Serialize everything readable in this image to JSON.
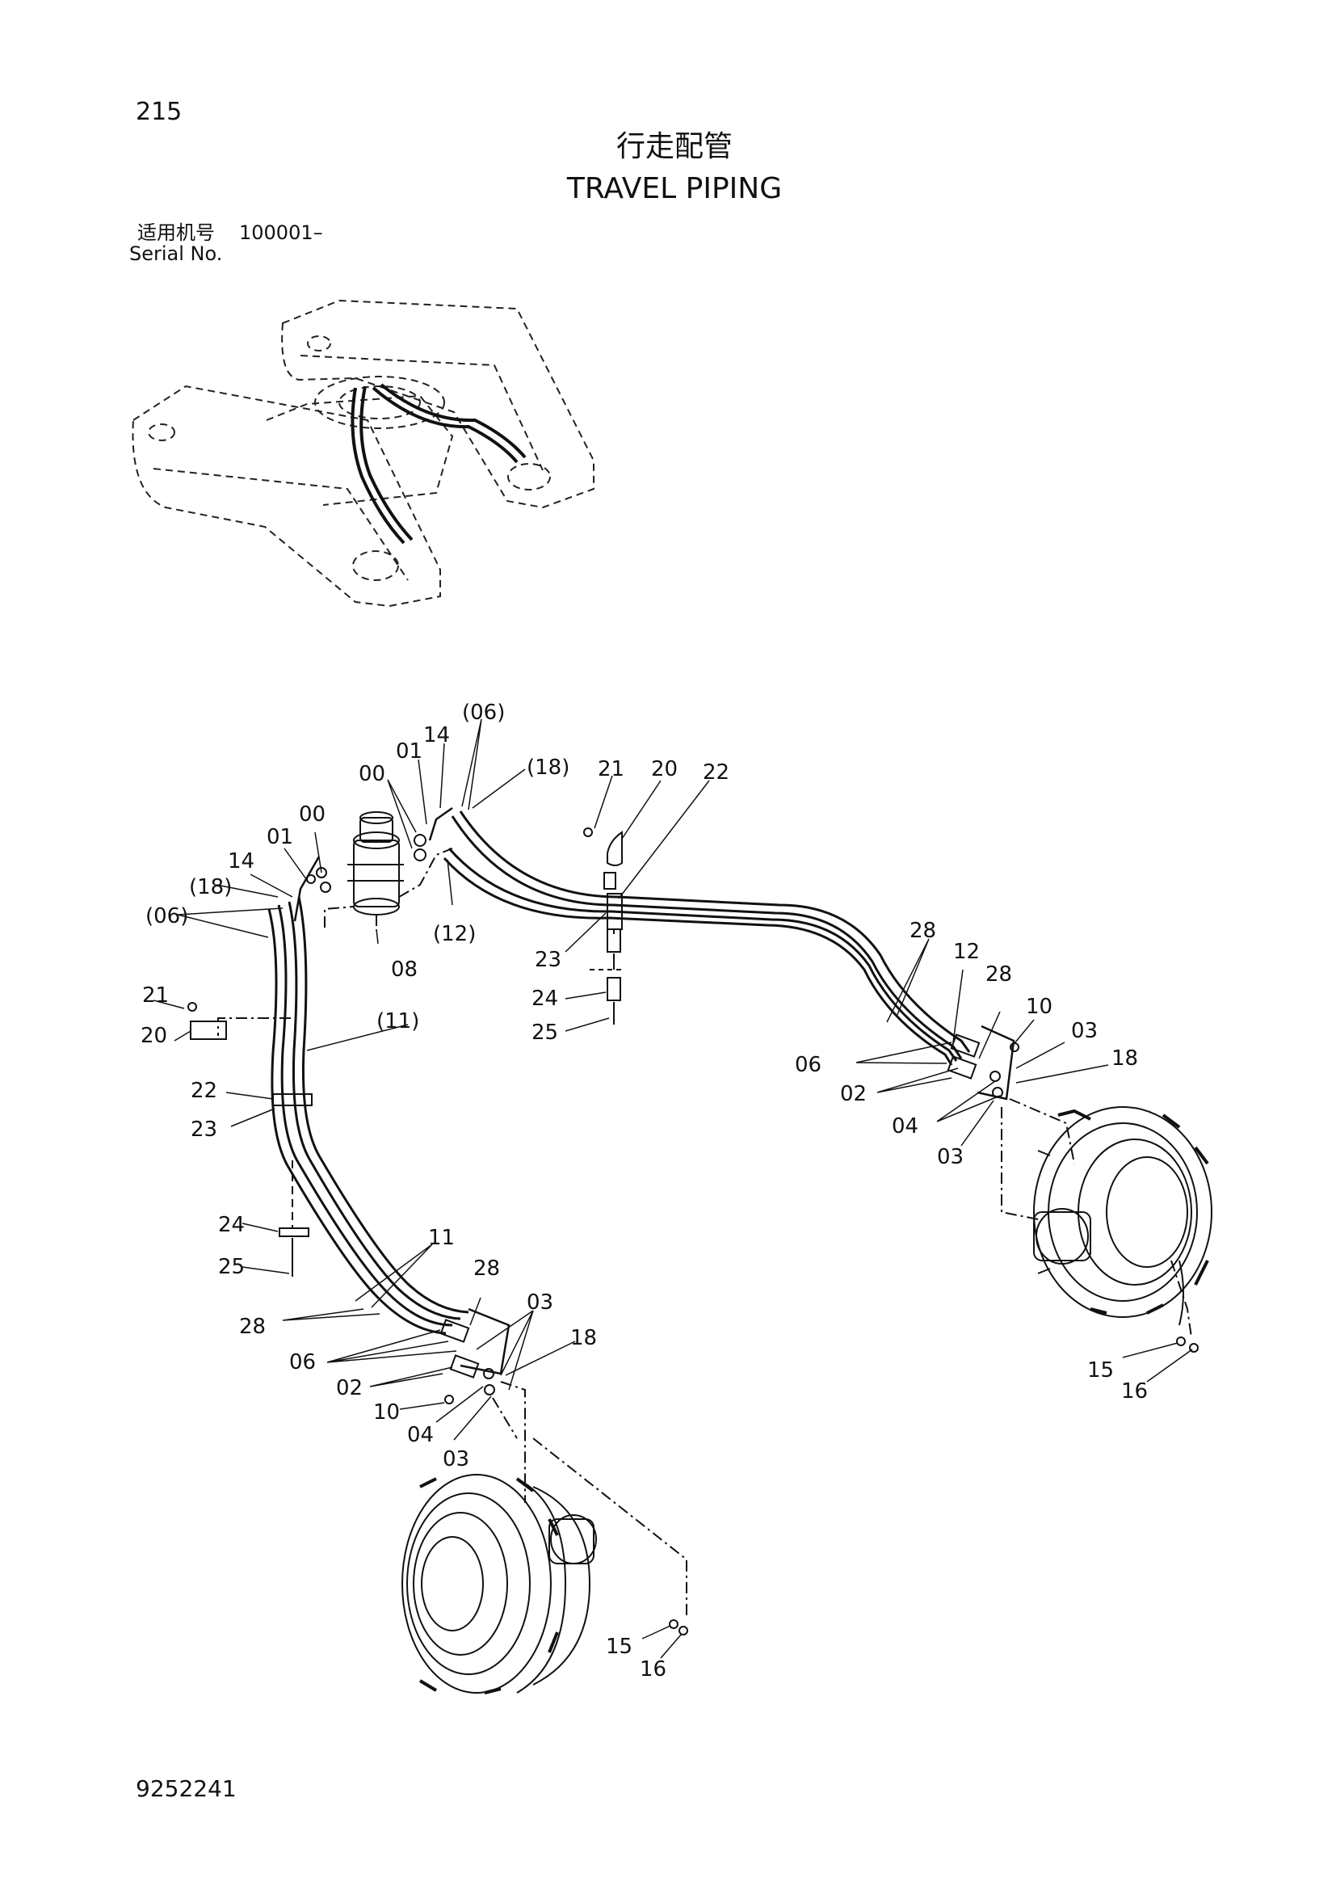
{
  "page_number": "215",
  "title_cn": "行走配管",
  "title_en": "TRAVEL PIPING",
  "serial": {
    "label_cn": "适用机号",
    "value": "100001–",
    "label_en": "Serial No."
  },
  "document_number": "9252241",
  "callouts": [
    "(06)",
    "14",
    "01",
    "(18)",
    "00",
    "21",
    "20",
    "22",
    "00",
    "01",
    "14",
    "(18)",
    "(06)",
    "(12)",
    "08",
    "23",
    "24",
    "25",
    "21",
    "20",
    "(11)",
    "22",
    "23",
    "24",
    "25",
    "28",
    "12",
    "28",
    "10",
    "03",
    "18",
    "06",
    "02",
    "04",
    "03",
    "11",
    "28",
    "28",
    "03",
    "06",
    "18",
    "02",
    "10",
    "04",
    "03",
    "15",
    "16",
    "15",
    "16"
  ]
}
